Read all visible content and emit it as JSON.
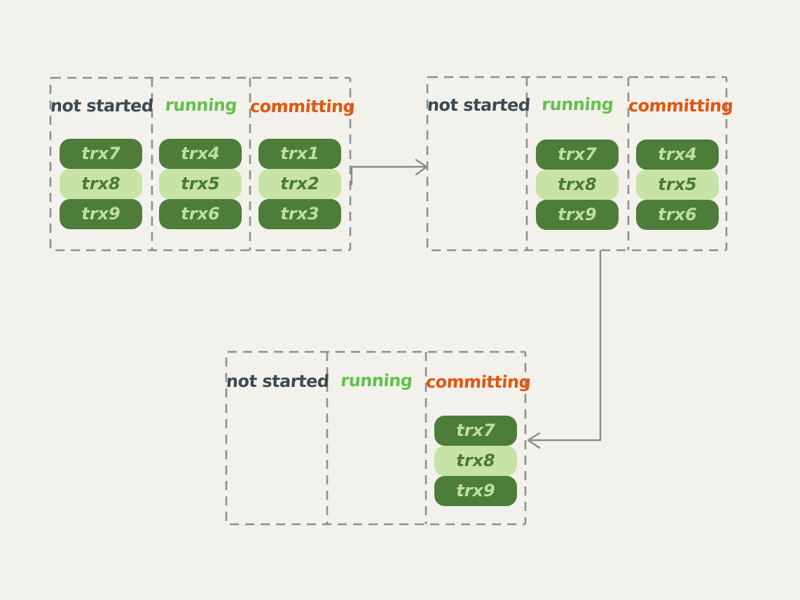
{
  "diagram": {
    "states": [
      "not started",
      "running",
      "committing"
    ],
    "snapshots": [
      {
        "name": "snapshot-1",
        "columns": [
          {
            "label": "not started",
            "pills": [
              "trx7",
              "trx8",
              "trx9"
            ]
          },
          {
            "label": "running",
            "pills": [
              "trx4",
              "trx5",
              "trx6"
            ]
          },
          {
            "label": "committing",
            "pills": [
              "trx1",
              "trx2",
              "trx3"
            ]
          }
        ]
      },
      {
        "name": "snapshot-2",
        "columns": [
          {
            "label": "not started",
            "pills": []
          },
          {
            "label": "running",
            "pills": [
              "trx7",
              "trx8",
              "trx9"
            ]
          },
          {
            "label": "committing",
            "pills": [
              "trx4",
              "trx5",
              "trx6"
            ]
          }
        ]
      },
      {
        "name": "snapshot-3",
        "columns": [
          {
            "label": "not started",
            "pills": []
          },
          {
            "label": "running",
            "pills": []
          },
          {
            "label": "committing",
            "pills": [
              "trx7",
              "trx8",
              "trx9"
            ]
          }
        ]
      }
    ],
    "arrows": [
      {
        "from": "snapshot-1",
        "to": "snapshot-2"
      },
      {
        "from": "snapshot-2",
        "to": "snapshot-3"
      }
    ],
    "colors": {
      "background": "#f2f1eb",
      "dashed_border": "#8f8f8d",
      "arrow": "#8b8b89",
      "label_not_started": "#3d4a52",
      "label_running": "#62c14e",
      "label_committing": "#e2560d",
      "pill_dark_bg": "#4e7d3a",
      "pill_dark_text": "#bfdf9e",
      "pill_light_bg": "#c7e3a5",
      "pill_light_text": "#4a7a35"
    }
  }
}
